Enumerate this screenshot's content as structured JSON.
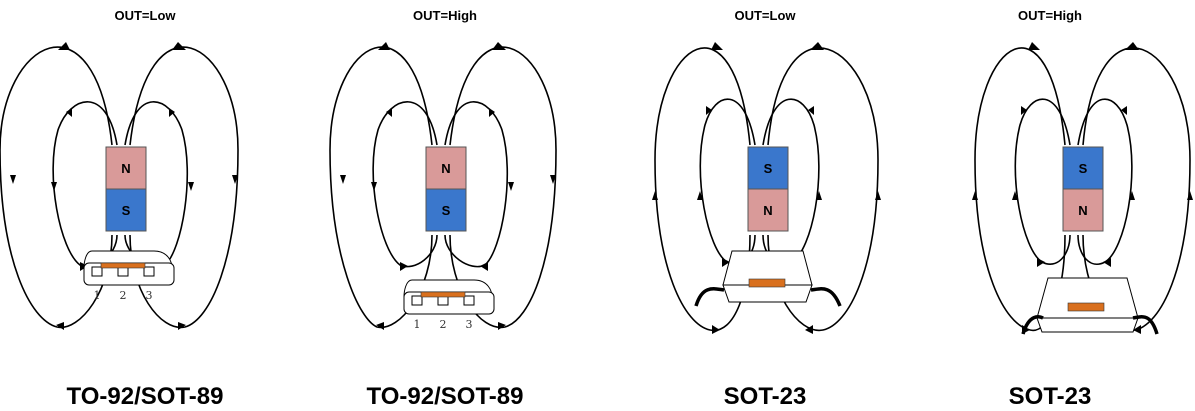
{
  "colors": {
    "north": "#d99a99",
    "south": "#3a77cc",
    "chip": "#d9701e",
    "line": "#000000"
  },
  "panels": [
    {
      "out_label": "OUT=Low",
      "package_label": "TO-92/SOT-89",
      "top_pole": "N",
      "bottom_pole": "S",
      "pins": [
        "1",
        "2",
        "3"
      ]
    },
    {
      "out_label": "OUT=High",
      "package_label": "TO-92/SOT-89",
      "top_pole": "N",
      "bottom_pole": "S",
      "pins": [
        "1",
        "2",
        "3"
      ]
    },
    {
      "out_label": "OUT=Low",
      "package_label": "SOT-23",
      "top_pole": "S",
      "bottom_pole": "N"
    },
    {
      "out_label": "OUT=High",
      "package_label": "SOT-23",
      "top_pole": "S",
      "bottom_pole": "N"
    }
  ]
}
